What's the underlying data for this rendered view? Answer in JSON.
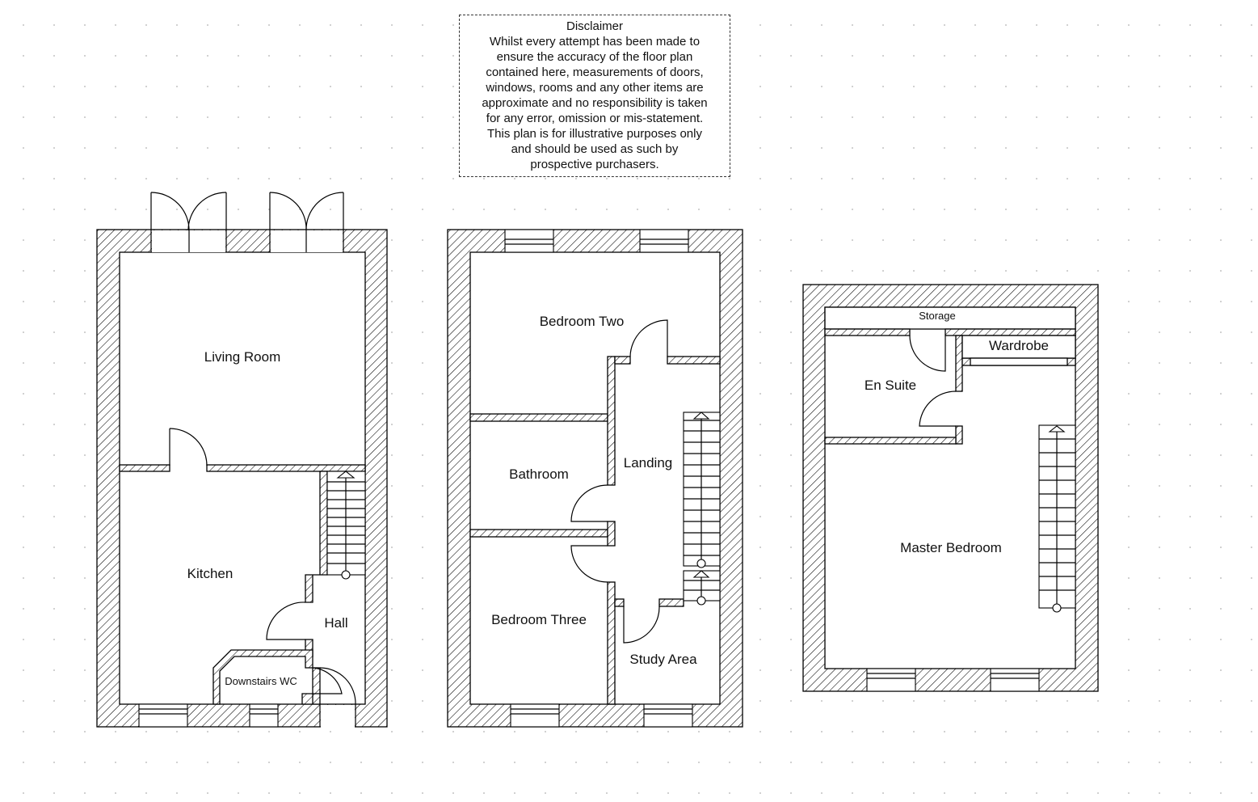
{
  "disclaimer": {
    "title": "Disclaimer",
    "lines": [
      "Whilst every attempt has been made to",
      "ensure the accuracy of the floor plan",
      "contained here, measurements of doors,",
      "windows, rooms and any other items are",
      "approximate and no responsibility is taken",
      "for any error, omission or mis-statement.",
      "This plan is for illustrative purposes only",
      "and should be used as such by",
      "prospective purchasers."
    ]
  },
  "ground_floor": {
    "rooms": [
      "Living Room",
      "Kitchen",
      "Hall",
      "Downstairs WC"
    ]
  },
  "first_floor": {
    "rooms": [
      "Bedroom Two",
      "Bathroom",
      "Landing",
      "Bedroom Three",
      "Study Area"
    ]
  },
  "second_floor": {
    "rooms": [
      "Storage",
      "Wardrobe",
      "En Suite",
      "Master Bedroom"
    ]
  }
}
